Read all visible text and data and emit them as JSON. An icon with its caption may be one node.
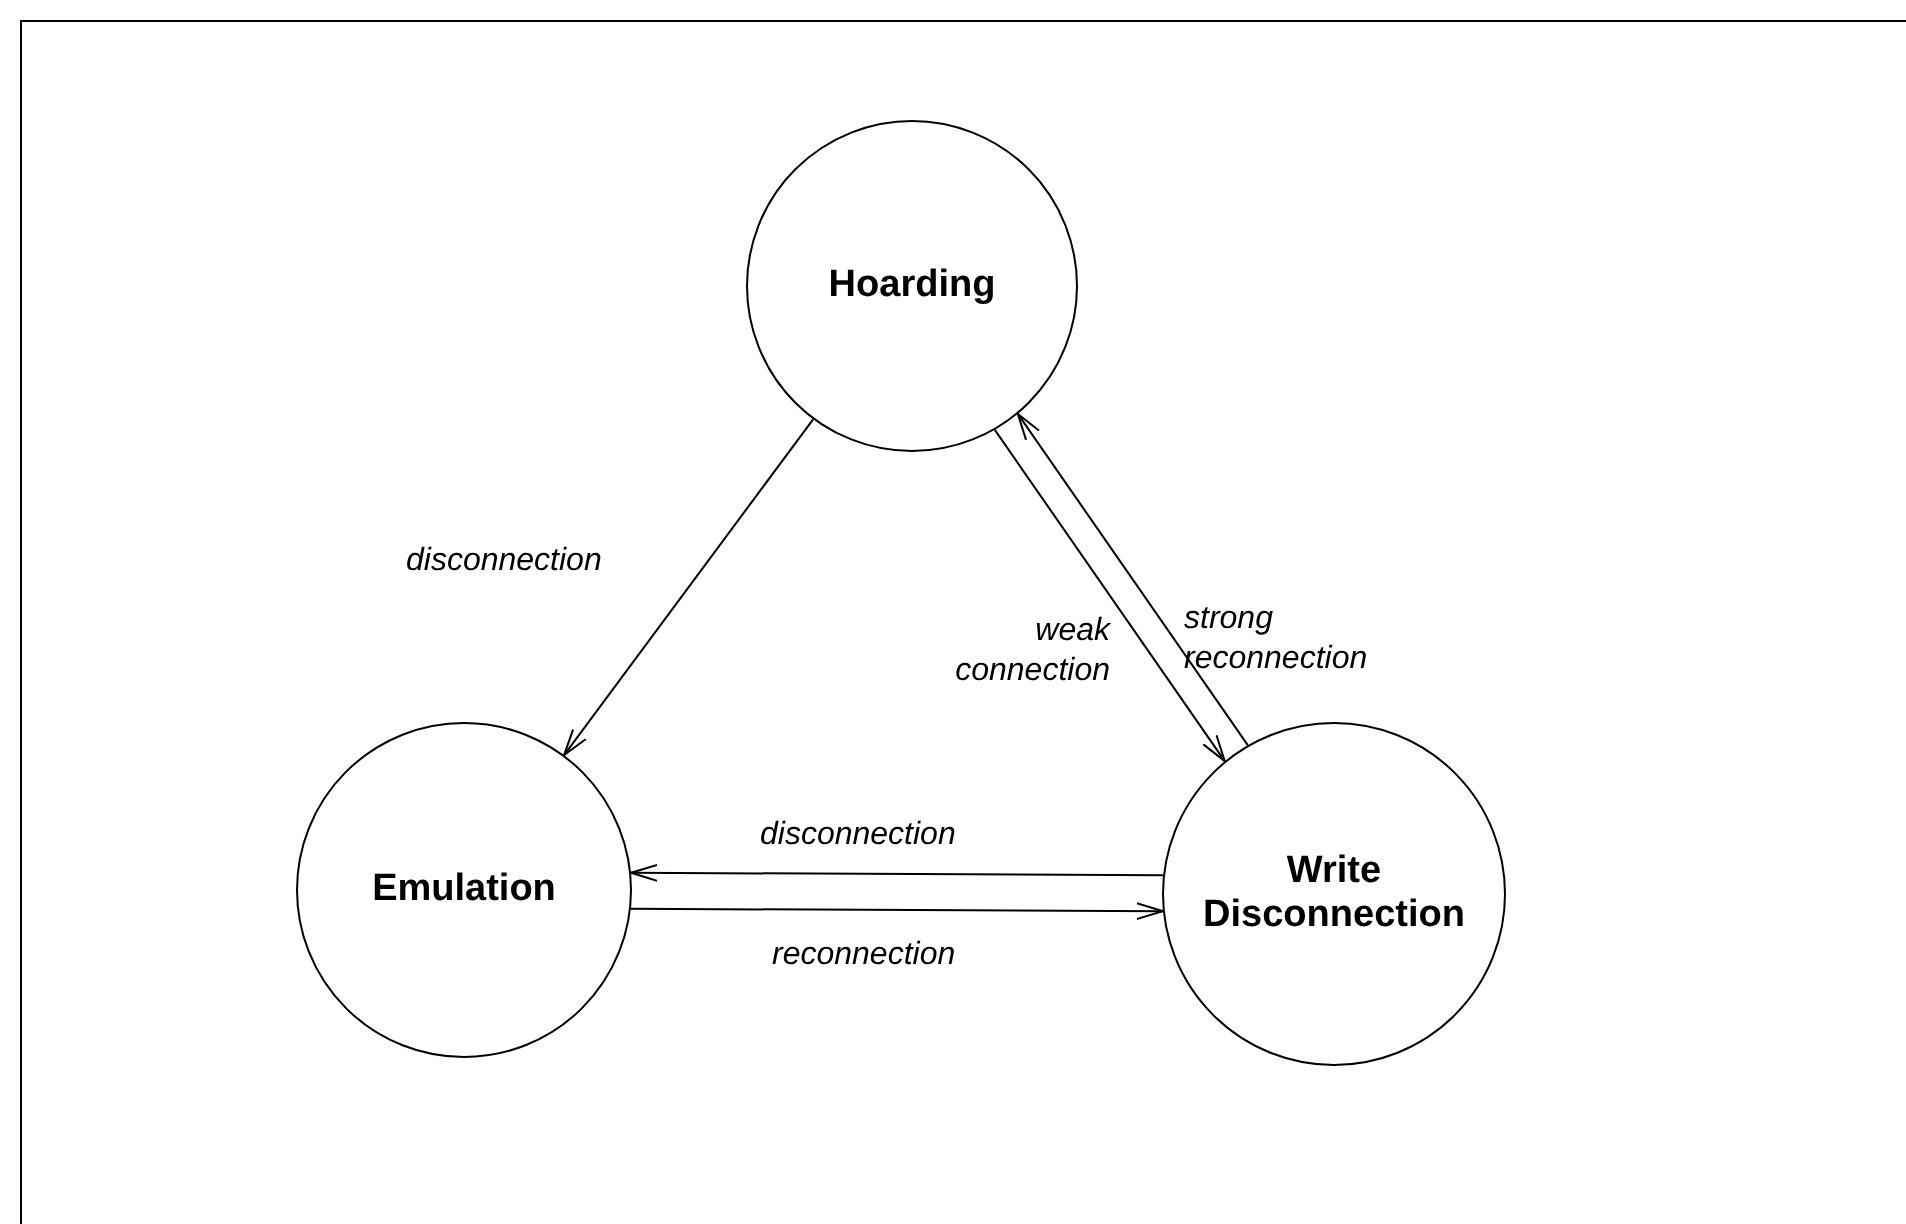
{
  "diagram": {
    "nodes": [
      {
        "text": [
          "Hoarding"
        ]
      },
      {
        "text": [
          "Emulation"
        ]
      },
      {
        "text": [
          "Write Disconnection"
        ]
      }
    ],
    "edges": [
      {
        "from": 0,
        "to": 1,
        "arrow": "to",
        "label": "disconnection"
      },
      {
        "from": 0,
        "to": 2,
        "arrow": "to",
        "label": "weak connection"
      },
      {
        "from": 2,
        "to": 0,
        "arrow": "to",
        "label": "strong reconnection"
      },
      {
        "from": 2,
        "to": 1,
        "arrow": "to",
        "label": "disconnection"
      },
      {
        "from": 1,
        "to": 2,
        "arrow": "to",
        "label": "reconnection"
      }
    ]
  }
}
